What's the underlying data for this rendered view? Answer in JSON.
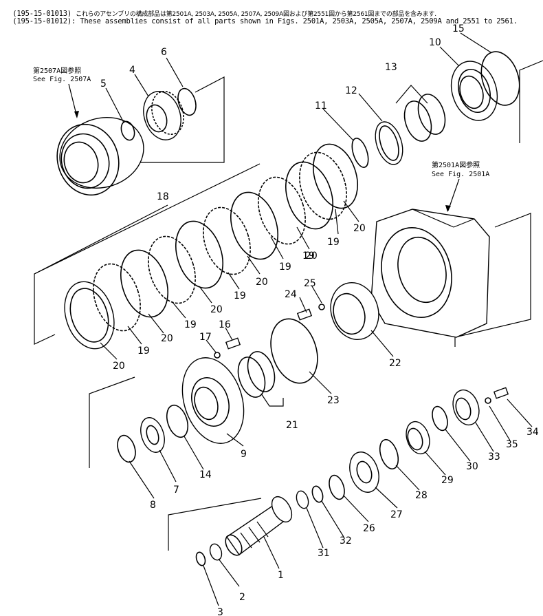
{
  "header": {
    "line1_code": "(195-15-01013)",
    "line1_text": "これらのアセンブリの構成部品は第2501A, 2503A, 2505A, 2507A, 2509A図および第2551図から第2561図までの部品を含みます.",
    "line2_code": "(195-15-01012)",
    "line2_text": ": These assemblies consist of all parts shown in Figs. 2501A, 2503A, 2505A, 2507A, 2509A and 2551 to 2561."
  },
  "references": [
    {
      "jp": "第2507A図参照",
      "en": "See Fig. 2507A"
    },
    {
      "jp": "第2501A図参照",
      "en": "See Fig. 2501A"
    }
  ],
  "callouts": [
    "1",
    "2",
    "3",
    "4",
    "5",
    "6",
    "7",
    "8",
    "9",
    "10",
    "11",
    "12",
    "13",
    "14",
    "15",
    "16",
    "17",
    "18",
    "19",
    "19",
    "19",
    "19",
    "19",
    "19",
    "20",
    "20",
    "20",
    "20",
    "20",
    "20",
    "21",
    "22",
    "23",
    "24",
    "25",
    "26",
    "27",
    "28",
    "29",
    "30",
    "31",
    "32",
    "33",
    "34",
    "35"
  ]
}
